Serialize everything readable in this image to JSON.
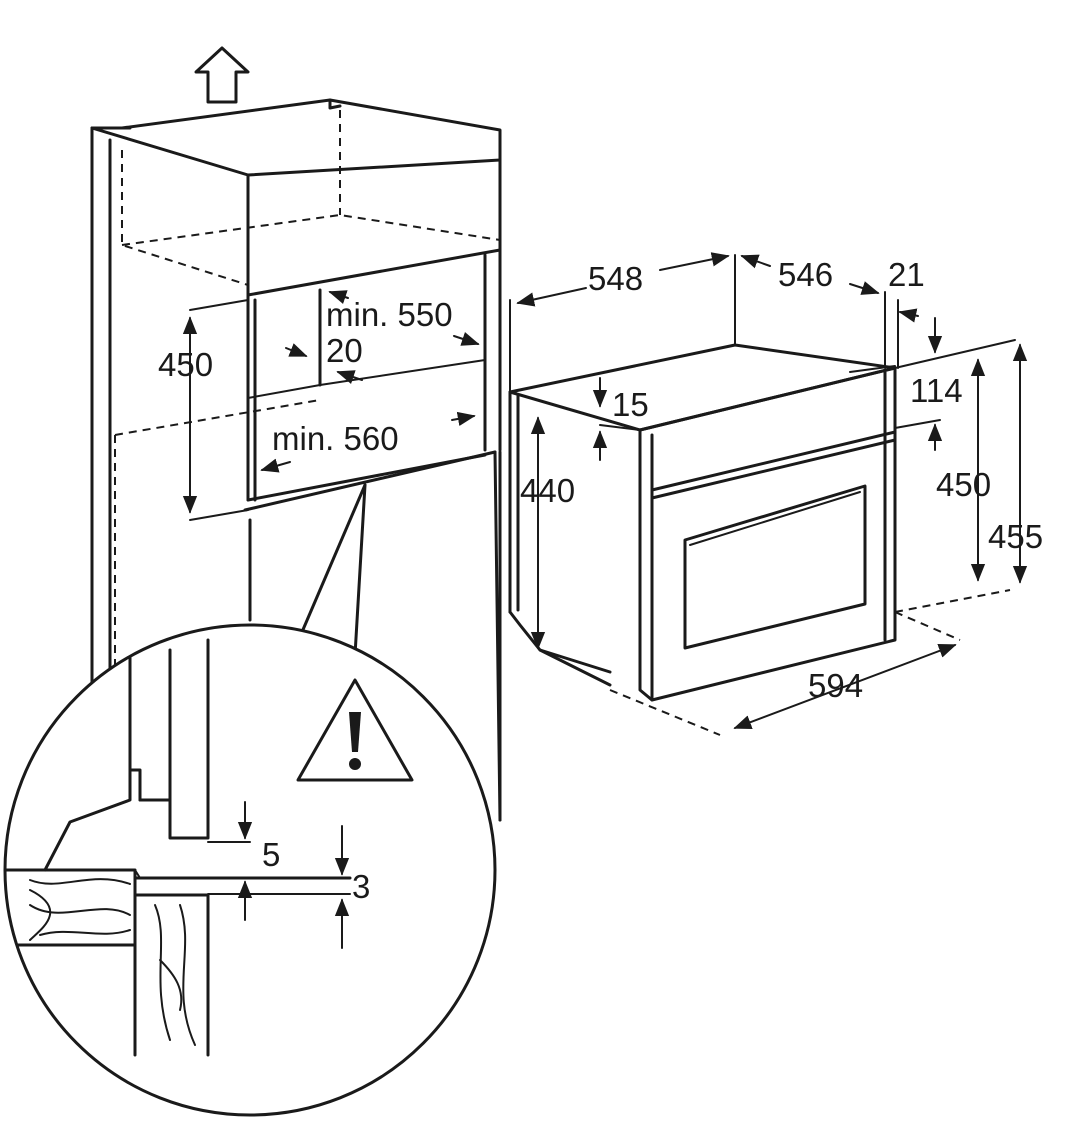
{
  "dimensions": {
    "niche_height": "450",
    "niche_min_width": "min. 550",
    "niche_gap": "20",
    "niche_min_depth": "min. 560",
    "oven_depth_body": "548",
    "oven_depth_top": "546",
    "front_panel_thickness": "21",
    "top_offset": "15",
    "body_height": "440",
    "control_panel_height": "114",
    "front_height": "450",
    "total_height": "455",
    "front_width": "594",
    "detail_gap_5": "5",
    "detail_gap_3": "3"
  },
  "icons": {
    "ventilation": "up-arrow-icon",
    "warning": "warning-icon"
  }
}
